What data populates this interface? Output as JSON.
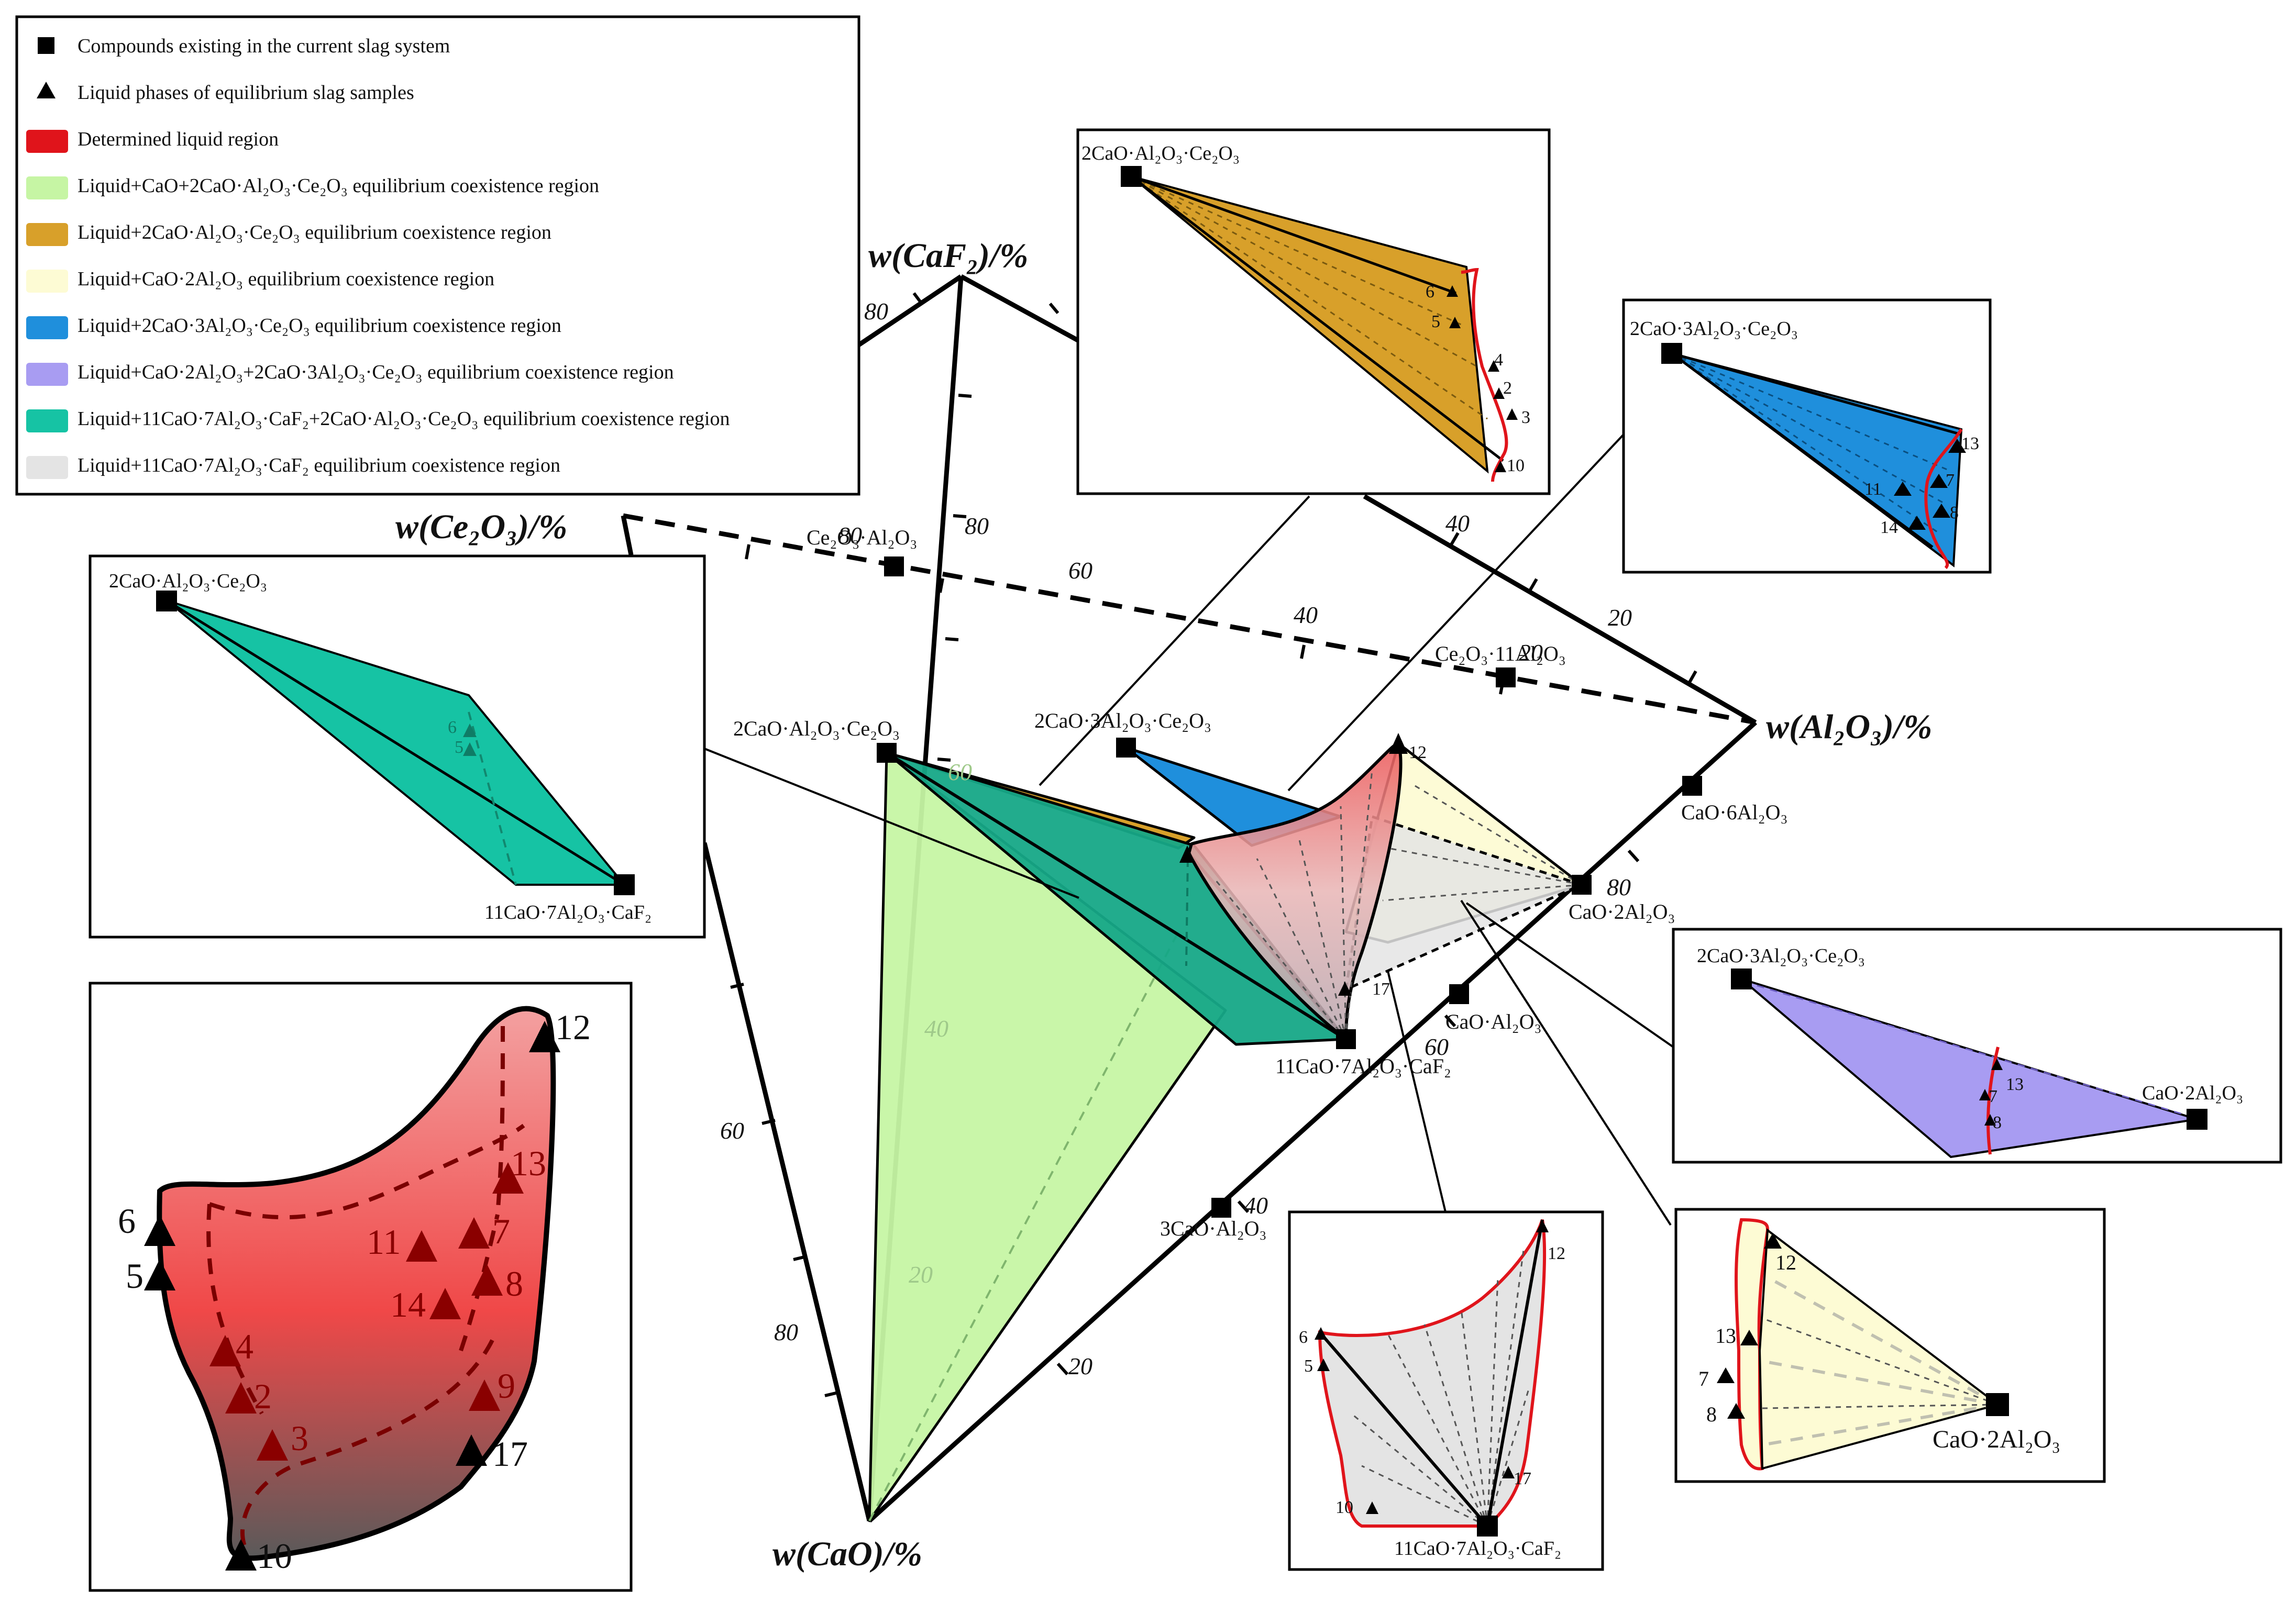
{
  "legend": {
    "items": [
      {
        "symbol": "square",
        "label": "Compounds existing in the current slag system"
      },
      {
        "symbol": "triangle",
        "label": "Liquid phases of equilibrium slag samples"
      },
      {
        "symbol": "swatch",
        "color": "#e0141b",
        "label": "Determined liquid region"
      },
      {
        "symbol": "swatch",
        "color": "#c6f5a4",
        "label": "Liquid+CaO+2CaO·Al₂O₃·Ce₂O₃ equilibrium coexistence region"
      },
      {
        "symbol": "swatch",
        "color": "#d8a02a",
        "label": "Liquid+2CaO·Al₂O₃·Ce₂O₃ equilibrium coexistence region"
      },
      {
        "symbol": "swatch",
        "color": "#fdfbd4",
        "label": "Liquid+CaO·2Al₂O₃ equilibrium coexistence region"
      },
      {
        "symbol": "swatch",
        "color": "#1f8fdc",
        "label": "Liquid+2CaO·3Al₂O₃·Ce₂O₃ equilibrium coexistence region"
      },
      {
        "symbol": "swatch",
        "color": "#a89cf2",
        "label": "Liquid+CaO·2Al₂O₃+2CaO·3Al₂O₃·Ce₂O₃ equilibrium coexistence region"
      },
      {
        "symbol": "swatch",
        "color": "#16c3a4",
        "label": "Liquid+11CaO·7Al₂O₃·CaF₂+2CaO·Al₂O₃·Ce₂O₃ equilibrium coexistence region"
      },
      {
        "symbol": "swatch",
        "color": "#e4e4e4",
        "label": "Liquid+11CaO·7Al₂O₃·CaF₂ equilibrium coexistence region"
      }
    ]
  },
  "axes": {
    "caf2": "w(CaF₂)/%",
    "ce2o3": "w(Ce₂O₃)/%",
    "al2o3": "w(Al₂O₃)/%",
    "cao": "w(CaO)/%"
  },
  "ticks": {
    "top_left": "80",
    "caf2_edge": [
      "80",
      "60",
      "40",
      "20"
    ],
    "ce2o3_al2o3": [
      "80",
      "60",
      "40",
      "20"
    ],
    "caf2_al2o3": [
      "40",
      "20"
    ],
    "cao_left": [
      "60",
      "80"
    ],
    "cao_al2o3": [
      "40",
      "20"
    ],
    "al2o3_right": [
      "80",
      "60"
    ]
  },
  "compounds": {
    "ce2o3_al2o3": "Ce₂O₃·Al₂O₃",
    "ce2o3_11al2o3": "Ce₂O₃·11Al₂O₃",
    "c2ac": "2CaO·Al₂O₃·Ce₂O₃",
    "c2a3c": "2CaO·3Al₂O₃·Ce₂O₃",
    "ca6": "CaO·6Al₂O₃",
    "ca2": "CaO·2Al₂O₃",
    "ca": "CaO·Al₂O₃",
    "c11a7": "11CaO·7Al₂O₃·CaF₂",
    "c3a": "3CaO·Al₂O₃"
  },
  "samples": [
    "2",
    "3",
    "4",
    "5",
    "6",
    "7",
    "8",
    "9",
    "10",
    "11",
    "12",
    "13",
    "14",
    "17"
  ],
  "colors": {
    "liquid": "#e0141b",
    "green": "#c6f5a4",
    "orange": "#d8a02a",
    "yellow": "#fdfbd4",
    "blue": "#1f8fdc",
    "purple": "#a89cf2",
    "teal": "#16c3a4",
    "gray": "#e4e4e4"
  }
}
